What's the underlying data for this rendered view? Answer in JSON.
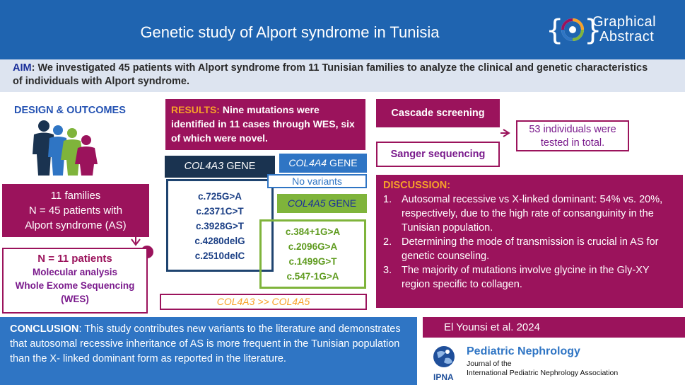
{
  "header": {
    "title": "Genetic study of Alport syndrome in Tunisia",
    "logo_line1": "Graphical",
    "logo_line2": "Abstract"
  },
  "aim": {
    "label": "AIM",
    "text": ":  We investigated 45 patients with Alport syndrome from 11 Tunisian families to analyze the  clinical and genetic characteristics of individuals with Alport syndrome."
  },
  "design": {
    "title": "DESIGN & OUTCOMES",
    "families": [
      "11 families",
      "N = 45 patients with",
      "Alport syndrome (AS)"
    ],
    "patients_count": "N = 11 patients",
    "patients_lines": [
      "Molecular analysis",
      "Whole Exome Sequencing",
      "(WES)"
    ]
  },
  "results": {
    "label": "RESULTS:",
    "text": " Nine mutations were identified in 11 cases through WES, six of which were novel."
  },
  "genes": {
    "col4a3": {
      "name": "COL4A3",
      "suffix": " GENE",
      "variants": [
        "c.725G>A",
        "c.2371C>T",
        "c.3928G>T",
        "c.4280delG",
        "c.2510delC"
      ]
    },
    "col4a4": {
      "name": "COL4A4",
      "suffix": " GENE",
      "note": "No variants"
    },
    "col4a5": {
      "name": "COL4A5",
      "suffix": " GENE",
      "variants": [
        "c.384+1G>A",
        "c.2096G>A",
        "c.1499G>T",
        "c.547-1G>A"
      ]
    },
    "ratio": "COL4A3 >> COL4A5"
  },
  "cascade": {
    "title": "Cascade screening",
    "method": "Sanger sequencing",
    "result_line1": "53 individuals were",
    "result_line2": "tested in total."
  },
  "discussion": {
    "title": "DISCUSSION:",
    "items": [
      {
        "num": "1.",
        "text": "Autosomal recessive vs X-linked dominant: 54% vs. 20%, respectively, due to the high rate of consanguinity in the Tunisian population."
      },
      {
        "num": "2.",
        "text": "Determining the mode of transmission is crucial in AS for genetic counseling."
      },
      {
        "num": "3.",
        "text": "The majority of mutations involve glycine in the Gly-XY region specific to collagen."
      }
    ]
  },
  "conclusion": {
    "label": "CONCLUSION",
    "text": ": This study contributes new variants to the literature and demonstrates that autosomal recessive inheritance of AS is more frequent in the Tunisian population than the X- linked dominant form as reported in the literature."
  },
  "citation": "El Younsi et al. 2024",
  "journal": {
    "name": "Pediatric Nephrology",
    "line1": "Journal of the",
    "line2": "International Pediatric Nephrology Association",
    "ipna": "IPNA"
  },
  "colors": {
    "header_blue": "#1f64b0",
    "magenta": "#9b135c",
    "orange": "#f7a128",
    "navy": "#1a3350",
    "blue": "#2f75c4",
    "green": "#7fb43b"
  }
}
